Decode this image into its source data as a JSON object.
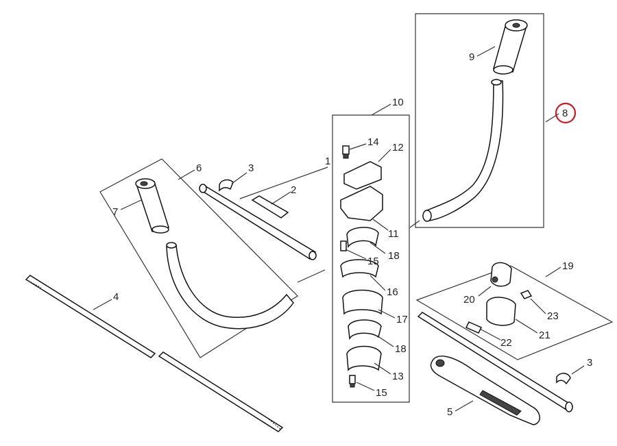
{
  "labels": {
    "p1": "1",
    "p2": "2",
    "p3a": "3",
    "p3b": "3",
    "p4": "4",
    "p5": "5",
    "p6": "6",
    "p7": "7",
    "p8": "8",
    "p9": "9",
    "p10": "10",
    "p11": "11",
    "p12": "12",
    "p13": "13",
    "p14": "14",
    "p15a": "15",
    "p15b": "15",
    "p16": "16",
    "p17": "17",
    "p18a": "18",
    "p18b": "18",
    "p19": "19",
    "p20": "20",
    "p21": "21",
    "p22": "22",
    "p23": "23"
  },
  "highlight": {
    "label_key": "p8",
    "color": "#d0191f"
  }
}
